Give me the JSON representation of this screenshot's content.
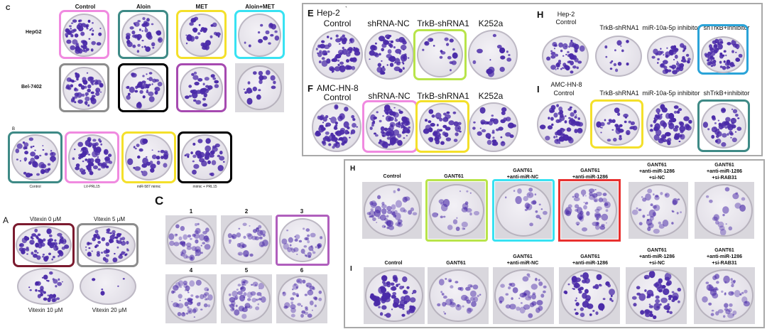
{
  "panel_c_top": {
    "label": "C",
    "columns": [
      "Control",
      "Aloin",
      "MET",
      "Aloin+MET"
    ],
    "rows": [
      "HepG2",
      "Bel-7402"
    ],
    "colors": {
      "pink": "#f08ae0",
      "teal": "#3e8a86",
      "yellow": "#f4e02a",
      "cyan": "#38e2f2",
      "gray": "#8c8c8c",
      "black": "#000000",
      "purple": "#a64ab0"
    }
  },
  "panel_b": {
    "label": "B",
    "captions": [
      "Control",
      "LV-PRL15",
      "miR-587 mimic",
      "mimic + PRL15"
    ]
  },
  "panel_a": {
    "label": "A",
    "captions_top": [
      "Vitexin 0 μM",
      "Vitexin 5 μM"
    ],
    "captions_bottom": [
      "Vitexin 10 μM",
      "Vitexin 20 μM"
    ],
    "colors": {
      "maroon": "#7b1a2e",
      "gray": "#8c8c8c"
    }
  },
  "panel_c_small": {
    "label": "C",
    "numbers": [
      "1",
      "2",
      "3",
      "4",
      "5",
      "6"
    ],
    "colors": {
      "purple": "#b05fbd"
    }
  },
  "panel_e": {
    "label": "E",
    "cell": "Hep-2",
    "tick": "`",
    "columns": [
      "Control",
      "shRNA-NC",
      "TrkB-shRNA1",
      "K252a"
    ],
    "colors": {
      "green": "#b8e44a"
    }
  },
  "panel_f": {
    "label": "F",
    "cell": "AMC-HN-8",
    "columns": [
      "Control",
      "shRNA-NC",
      "TrkB-shRNA1",
      "K252a"
    ],
    "colors": {
      "pink": "#f08ae0",
      "yellow": "#f4e02a"
    }
  },
  "panel_h_right": {
    "label": "H",
    "cell": "Hep-2",
    "control": "Control",
    "columns": [
      "TrkB-shRNA1",
      "miR-10a-5p inhibitor",
      "shTrkB+inhibitor"
    ],
    "colors": {
      "blue": "#2aa3d8"
    }
  },
  "panel_i_right": {
    "label": "I",
    "cell": "AMC-HN-8",
    "control": "Control",
    "columns": [
      "TrkB-shRNA1",
      "miR-10a-5p inhibitor",
      "shTrkB+inhibitor"
    ],
    "colors": {
      "yellow": "#f4e02a",
      "teal": "#3e8a86"
    }
  },
  "panel_h_bottom": {
    "label": "H",
    "headers": [
      [
        "Control"
      ],
      [
        "GANT61"
      ],
      [
        "GANT61",
        "+anti-miR-NC"
      ],
      [
        "GANT61",
        "+anti-miR-1286"
      ],
      [
        "GANT61",
        "+anti-miR-1286",
        "+si-NC"
      ],
      [
        "GANT61",
        "+anti-miR-1286",
        "+si-RAB31"
      ]
    ],
    "colors": {
      "green": "#b8e44a",
      "cyan": "#38e2f2",
      "red": "#e8302f"
    }
  },
  "panel_i_bottom": {
    "label": "I",
    "headers": [
      [
        "Control"
      ],
      [
        "GANT61"
      ],
      [
        "GANT61",
        "+anti-miR-NC"
      ],
      [
        "GANT61",
        "+anti-miR-1286"
      ],
      [
        "GANT61",
        "+anti-miR-1286",
        "+si-NC"
      ],
      [
        "GANT61",
        "+anti-miR-1286",
        "+si-RAB31"
      ]
    ]
  },
  "colony_color": "#4a2aa8"
}
